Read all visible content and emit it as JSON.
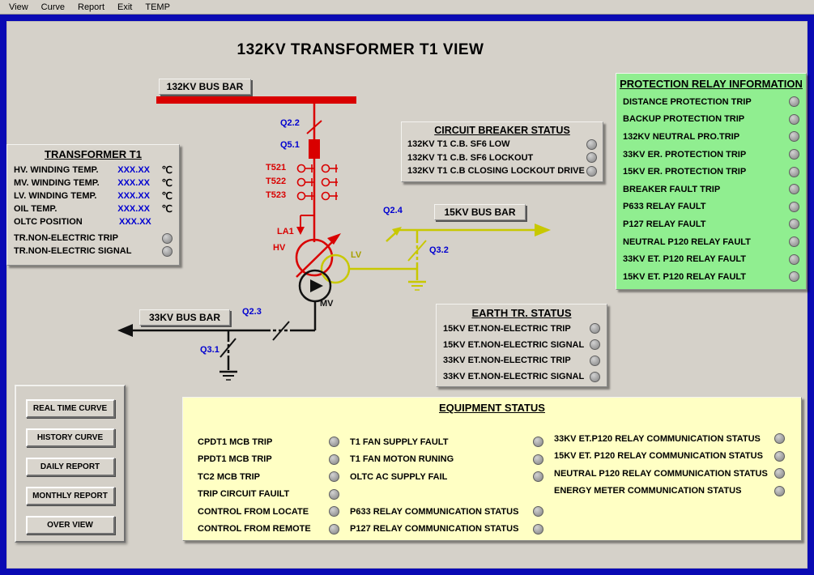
{
  "menu": {
    "items": [
      {
        "label": "View"
      },
      {
        "label": "Curve"
      },
      {
        "label": "Report"
      },
      {
        "label": "Exit"
      },
      {
        "label": "TEMP"
      }
    ]
  },
  "title": "132KV TRANSFORMER T1 VIEW",
  "diagram": {
    "bus_132kv": "132KV BUS BAR",
    "bus_15kv": "15KV BUS BAR",
    "bus_33kv": "33KV BUS BAR",
    "labels": {
      "q22": "Q2.2",
      "q51": "Q5.1",
      "t521": "T521",
      "t522": "T522",
      "t523": "T523",
      "la1": "LA1",
      "hv": "HV",
      "lv": "LV",
      "mv": "MV",
      "q24": "Q2.4",
      "q32": "Q3.2",
      "q23": "Q2.3",
      "q31": "Q3.1"
    }
  },
  "panels": {
    "transformer": {
      "title": "TRANSFORMER T1",
      "measurements": [
        {
          "label": "HV. WINDING TEMP.",
          "value": "XXX.XX",
          "unit": "℃"
        },
        {
          "label": "MV. WINDING TEMP.",
          "value": "XXX.XX",
          "unit": "℃"
        },
        {
          "label": "LV. WINDING TEMP.",
          "value": "XXX.XX",
          "unit": "℃"
        },
        {
          "label": "OIL TEMP.",
          "value": "XXX.XX",
          "unit": "℃"
        },
        {
          "label": "OLTC POSITION",
          "value": "XXX.XX",
          "unit": ""
        }
      ],
      "indicators": [
        {
          "label": "TR.NON-ELECTRIC TRIP"
        },
        {
          "label": "TR.NON-ELECTRIC SIGNAL"
        }
      ]
    },
    "circuit_breaker": {
      "title": "CIRCUIT BREAKER STATUS",
      "items": [
        {
          "label": "132KV T1 C.B. SF6 LOW"
        },
        {
          "label": "132KV T1 C.B. SF6 LOCKOUT"
        },
        {
          "label": "132KV T1 C.B CLOSING LOCKOUT DRIVE"
        }
      ]
    },
    "protection": {
      "title": "PROTECTION RELAY INFORMATION",
      "items": [
        {
          "label": "DISTANCE PROTECTION TRIP"
        },
        {
          "label": "BACKUP PROTECTION TRIP"
        },
        {
          "label": "132KV NEUTRAL PRO.TRIP"
        },
        {
          "label": "33KV ER. PROTECTION TRIP"
        },
        {
          "label": "15KV ER. PROTECTION TRIP"
        },
        {
          "label": "BREAKER FAULT TRIP"
        },
        {
          "label": "P633 RELAY FAULT"
        },
        {
          "label": "P127 RELAY FAULT"
        },
        {
          "label": "NEUTRAL P120 RELAY FAULT"
        },
        {
          "label": "33KV ET. P120 RELAY FAULT"
        },
        {
          "label": "15KV ET. P120 RELAY FAULT"
        }
      ]
    },
    "earth_tr": {
      "title": "EARTH TR. STATUS",
      "items": [
        {
          "label": "15KV ET.NON-ELECTRIC TRIP"
        },
        {
          "label": "15KV ET.NON-ELECTRIC SIGNAL"
        },
        {
          "label": "33KV ET.NON-ELECTRIC TRIP"
        },
        {
          "label": "33KV ET.NON-ELECTRIC SIGNAL"
        }
      ]
    },
    "equipment": {
      "title": "EQUIPMENT STATUS",
      "col1": [
        {
          "label": "CPDT1 MCB TRIP"
        },
        {
          "label": "PPDT1 MCB TRIP"
        },
        {
          "label": "TC2 MCB TRIP"
        },
        {
          "label": "TRIP CIRCUIT FAUILT"
        },
        {
          "label": "CONTROL FROM LOCATE"
        },
        {
          "label": "CONTROL FROM REMOTE"
        }
      ],
      "col2": [
        {
          "label": "T1 FAN SUPPLY FAULT"
        },
        {
          "label": "T1 FAN MOTON RUNING"
        },
        {
          "label": "OLTC AC SUPPLY FAIL"
        },
        {
          "label": "P633 RELAY COMMUNICATION STATUS"
        },
        {
          "label": "P127 RELAY COMMUNICATION STATUS"
        }
      ],
      "col3": [
        {
          "label": "33KV ET.P120 RELAY COMMUNICATION STATUS"
        },
        {
          "label": "15KV ET. P120 RELAY COMMUNICATION STATUS"
        },
        {
          "label": "NEUTRAL P120 RELAY COMMUNICATION STATUS"
        },
        {
          "label": "ENERGY METER COMMUNICATION STATUS"
        }
      ]
    }
  },
  "nav_buttons": [
    {
      "label": "REAL TIME CURVE"
    },
    {
      "label": "HISTORY CURVE"
    },
    {
      "label": "DAILY REPORT"
    },
    {
      "label": "MONTHLY REPORT"
    },
    {
      "label": "OVER VIEW"
    }
  ],
  "colors": {
    "frame_blue": "#0a0ab4",
    "desktop_gray": "#d5d1c9",
    "hv_red": "#d90000",
    "lv_yellow": "#c8c800",
    "mv_black": "#111111",
    "label_blue": "#0000d0",
    "protection_green": "#90ee90",
    "equipment_yellow": "#ffffc4",
    "led_gray": "#9a9a9a"
  }
}
